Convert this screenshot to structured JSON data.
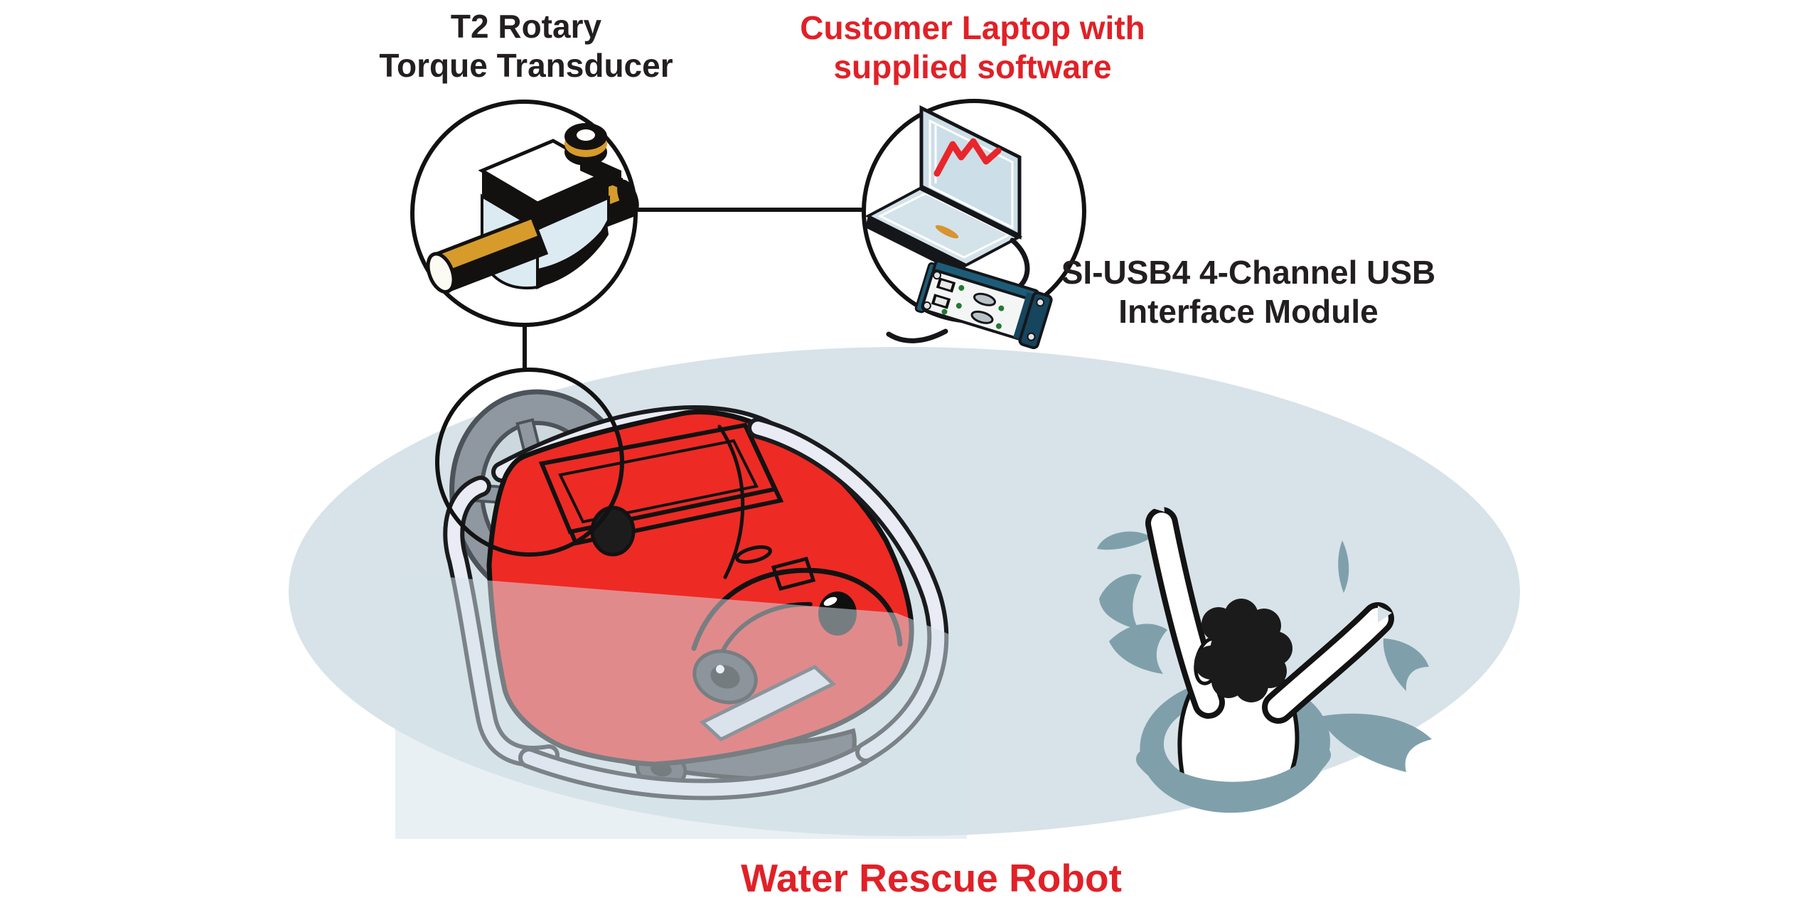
{
  "diagram": {
    "title": {
      "text": "Water Rescue Robot",
      "color": "#e02127"
    },
    "labels": {
      "transducer": {
        "text": "T2 Rotary\nTorque Transducer",
        "color": "#231f20"
      },
      "laptop": {
        "text": "Customer Laptop with\nsupplied software",
        "color": "#e02127"
      },
      "usb_module": {
        "text": "SI-USB4 4-Channel USB\nInterface Module",
        "color": "#231f20"
      }
    },
    "illustrations": [
      {
        "name": "torque-transducer-icon"
      },
      {
        "name": "laptop-icon"
      },
      {
        "name": "torque-chart-line"
      },
      {
        "name": "usb-interface-module-icon"
      },
      {
        "name": "water-rescue-robot-icon"
      },
      {
        "name": "paddle-wheel-icon"
      },
      {
        "name": "drowning-person-icon"
      },
      {
        "name": "splash-icon"
      },
      {
        "name": "water-surface"
      }
    ],
    "colors": {
      "background": "#ffffff",
      "water": "#d7e3e9",
      "splash": "#7fa0ab",
      "robot_red": "#ee2a24",
      "accent_red": "#e02127",
      "chart_red": "#e8262b",
      "wheel_gray": "#8f97a0",
      "frame_light": "#e9ebf5",
      "shaft_orange": "#d69b2b",
      "panel_light_blue": "#dceaf2",
      "screen_blue": "#ccdee7",
      "module_teal": "#1d5c77",
      "module_navy": "#16455e",
      "led_green": "#1f7a2e",
      "outline": "#131313",
      "text_black": "#231f20"
    }
  }
}
